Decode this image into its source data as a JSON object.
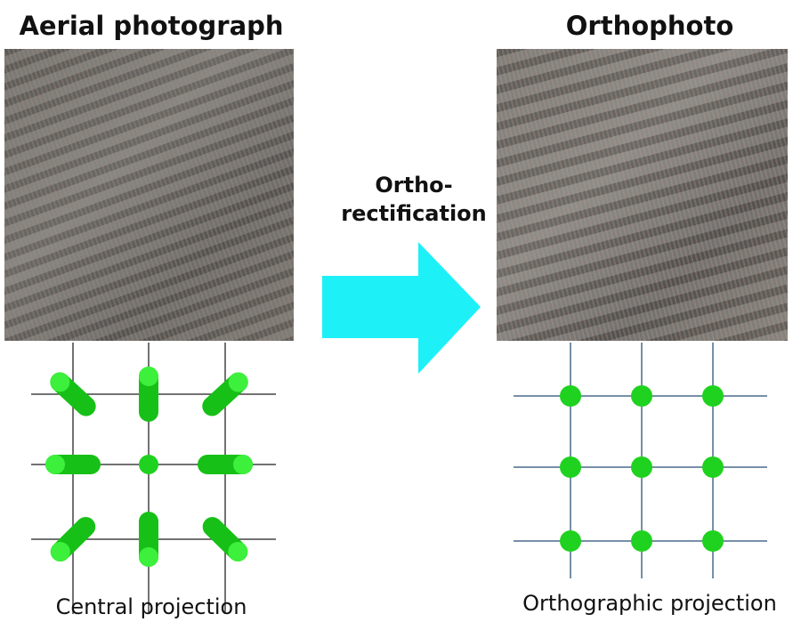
{
  "left": {
    "title": "Aerial photograph",
    "caption": "Central projection"
  },
  "middle": {
    "line1": "Ortho-",
    "line2": "rectification",
    "arrow_color": "#1ef0f8"
  },
  "right": {
    "title": "Orthophoto",
    "caption": "Orthographic projection"
  },
  "colors": {
    "marker": "#1fd21f",
    "grid_left": "#444444",
    "grid_right": "#4a6a8a"
  }
}
